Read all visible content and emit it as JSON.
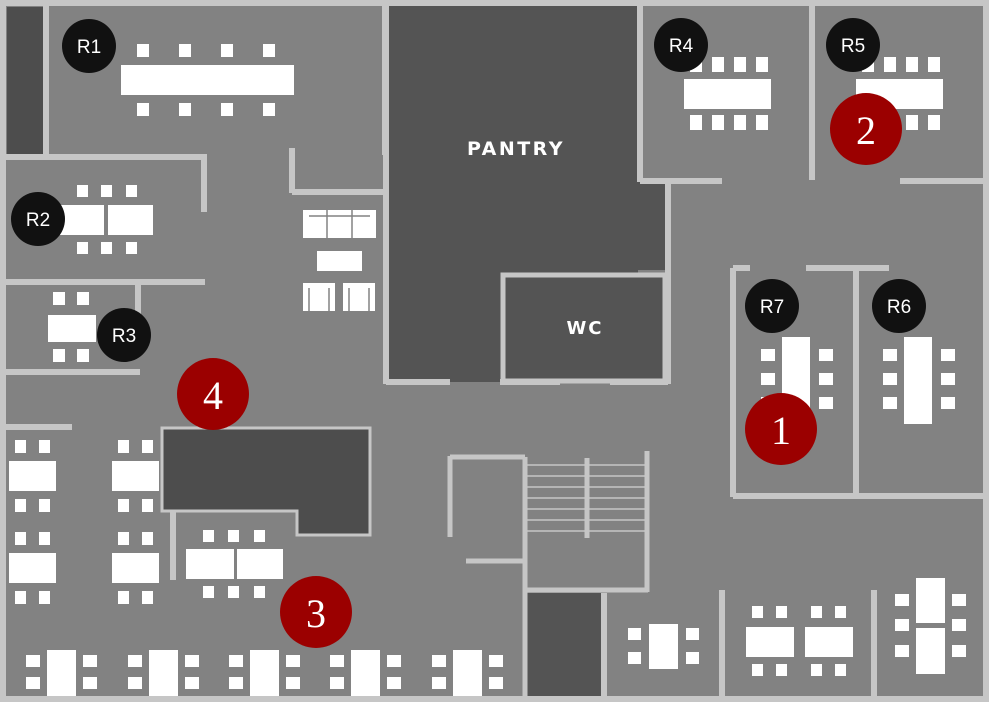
{
  "floorplan": {
    "colors": {
      "outer_wall": "#c6c6c6",
      "floor": "#828282",
      "dark_block": "#4d4d4d",
      "service_block": "#545454",
      "furniture": "#ffffff",
      "room_badge": "#111111",
      "marker": "#9b0000"
    },
    "rooms": {
      "r1": "R1",
      "r2": "R2",
      "r3": "R3",
      "r4": "R4",
      "r5": "R5",
      "r6": "R6",
      "r7": "R7"
    },
    "areas": {
      "pantry": "PANTRY",
      "wc": "WC"
    },
    "markers": {
      "m1": "1",
      "m2": "2",
      "m3": "3",
      "m4": "4"
    }
  }
}
